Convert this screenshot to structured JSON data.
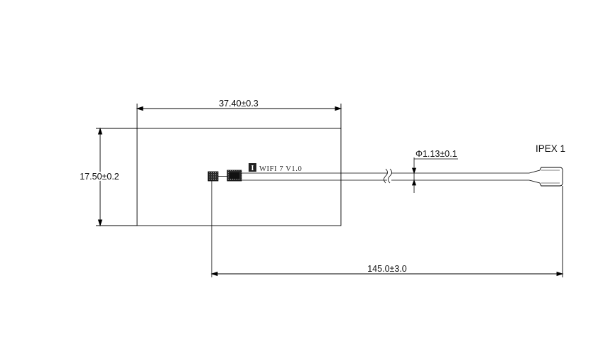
{
  "drawing": {
    "width_dim": "37.40±0.3",
    "height_dim": "17.50±0.2",
    "cable_diameter": "Φ1.13±0.1",
    "cable_length_dim": "145.0±3.0",
    "connector_label": "IPEX 1",
    "pcb_marking": "WIFI 7 V1.0",
    "logo_text": "I"
  }
}
